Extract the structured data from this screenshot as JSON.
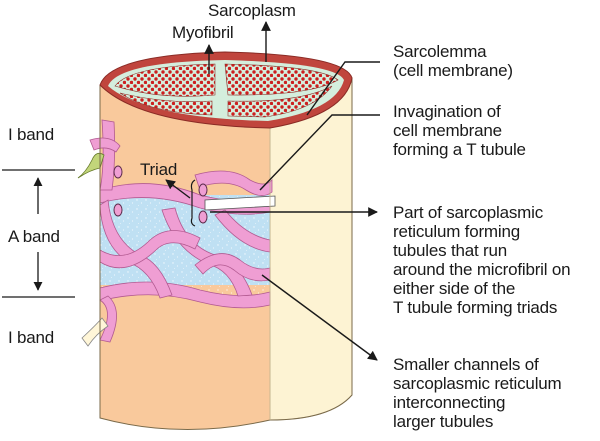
{
  "labels": {
    "sarcoplasm": "Sarcoplasm",
    "myofibril": "Myofibril",
    "triad": "Triad",
    "sarcolemma": "Sarcolemma\n(cell membrane)",
    "invagination": "Invagination of\ncell membrane\nforming a T tubule",
    "sr_tubules": "Part of sarcoplasmic\nreticulum forming\ntubules that run\naround the microfibril on\neither side of the\nT tubule forming triads",
    "smaller_channels": "Smaller channels of\nsarcoplasmic reticulum\ninterconnecting\nlarger tubules",
    "i_band_top": "I band",
    "a_band": "A band",
    "i_band_bottom": "I band"
  },
  "colors": {
    "i_band": "#f9c99c",
    "a_band": "#bfe0f3",
    "sarcoplasmic_reticulum": "#ef9ed3",
    "cylinder_side": "#fdf3d3",
    "myofibril_top": "#d4eedd",
    "sarcolemma_rim": "#c0453d",
    "dots": "#cc1f1f",
    "t_tubule": "#ffffff",
    "terminal_cisterna": "#c2d57a"
  }
}
